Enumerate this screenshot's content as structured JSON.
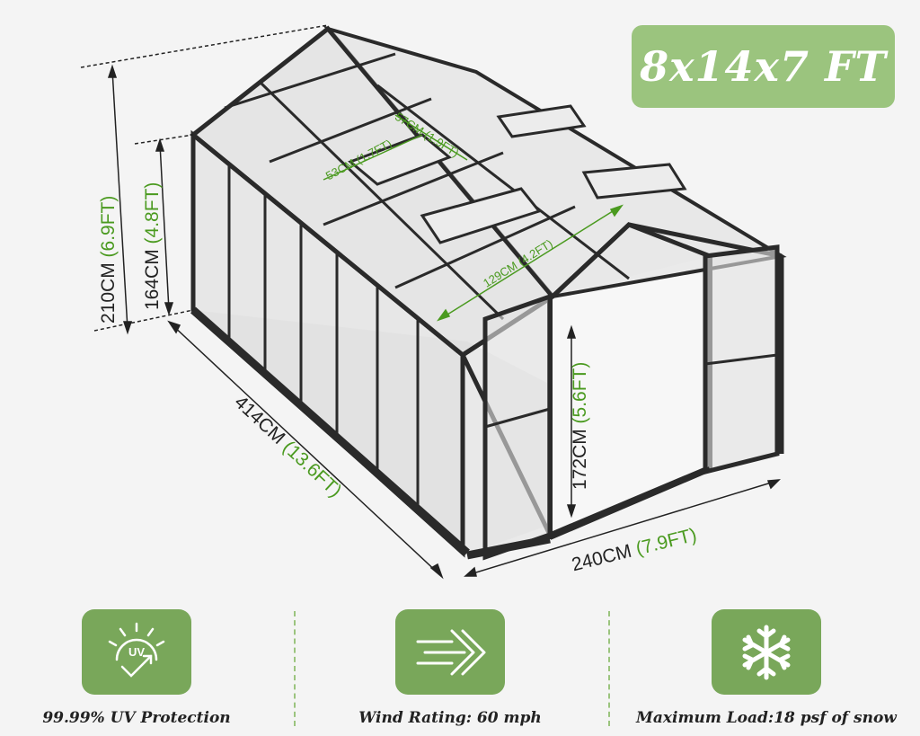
{
  "badge": {
    "text": "8x14x7 FT"
  },
  "dimensions": {
    "total_height": {
      "cm": "210CM",
      "ft": "(6.9FT)"
    },
    "side_height": {
      "cm": "164CM",
      "ft": "(4.8FT)"
    },
    "length": {
      "cm": "414CM",
      "ft": "(13.6FT)"
    },
    "width": {
      "cm": "240CM",
      "ft": "(7.9FT)"
    },
    "door_height": {
      "cm": "172CM",
      "ft": "(5.6FT)"
    },
    "door_width": {
      "cm": "129CM",
      "ft": "(4.2FT)"
    },
    "vent_length": {
      "cm": "57CM",
      "ft": "(1.9FT)"
    },
    "vent_width": {
      "cm": "53CM",
      "ft": "(1.7FT)"
    }
  },
  "features": [
    {
      "label": "99.99% UV Protection",
      "icon": "uv-protection-icon",
      "icon_text": "UV"
    },
    {
      "label": "Wind Rating: 60 mph",
      "icon": "wind-icon"
    },
    {
      "label": "Maximum Load:18 psf of snow",
      "icon": "snowflake-icon"
    }
  ],
  "colors": {
    "accent": "#9bc47e",
    "tile": "#79a75a",
    "dimension_green": "#4a9a1f",
    "frame": "#2a2a2a"
  }
}
